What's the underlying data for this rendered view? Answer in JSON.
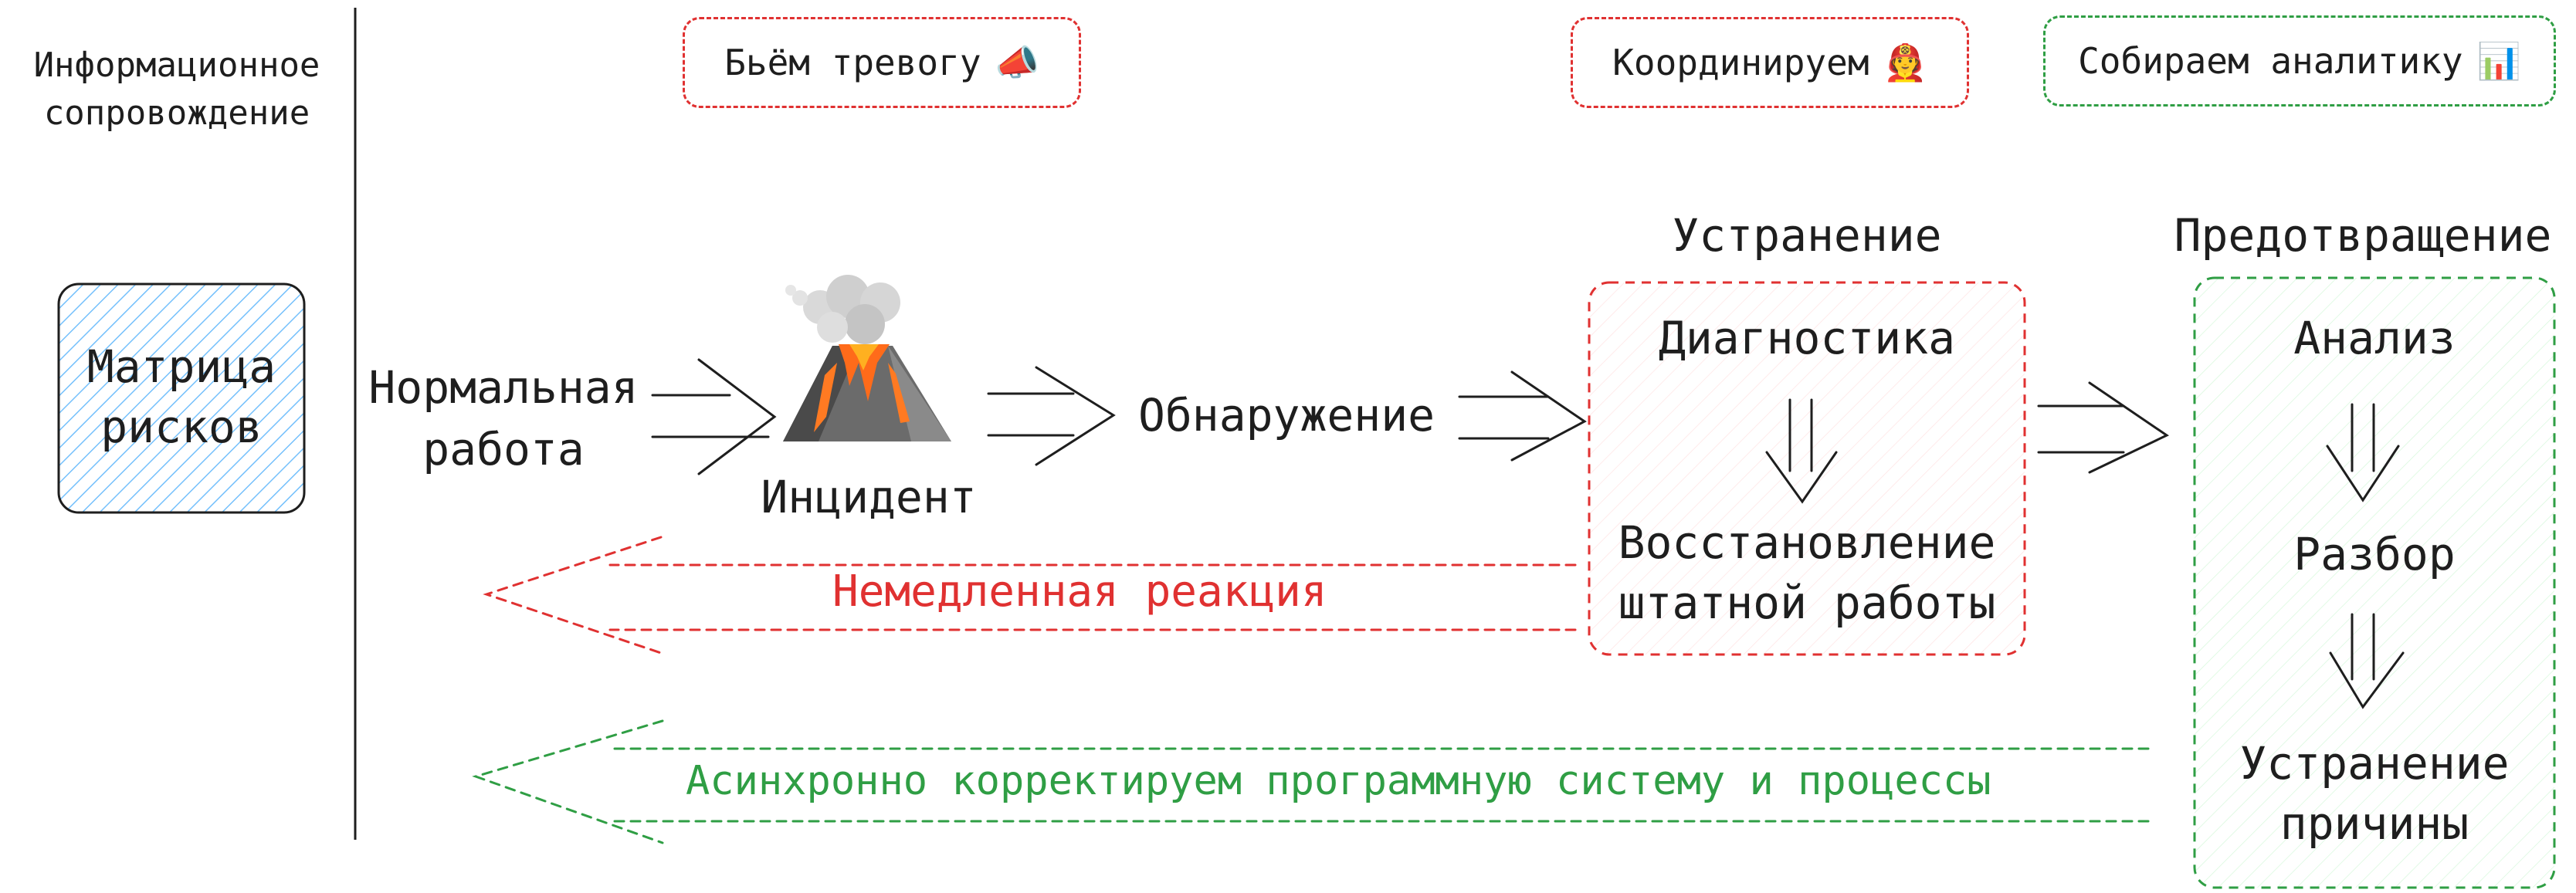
{
  "sidebar": {
    "info_label_line1": "Информационное",
    "info_label_line2": "сопровождение",
    "risk_matrix_line1": "Матрица",
    "risk_matrix_line2": "рисков"
  },
  "badges": {
    "alarm": "Бьём тревогу",
    "coordinate": "Координируем",
    "analytics": "Собираем аналитику"
  },
  "flow": {
    "normal_line1": "Нормальная",
    "normal_line2": "работа",
    "incident": "Инцидент",
    "detection": "Обнаружение"
  },
  "elimination": {
    "title": "Устранение",
    "diagnostics": "Диагностика",
    "restore_line1": "Восстановление",
    "restore_line2": "штатной работы"
  },
  "prevention": {
    "title": "Предотвращение",
    "analysis": "Анализ",
    "review": "Разбор",
    "fix_line1": "Устранение",
    "fix_line2": "причины"
  },
  "feedback": {
    "immediate": "Немедленная реакция",
    "async": "Асинхронно корректируем программную систему и процессы"
  },
  "colors": {
    "red": "#e03131",
    "green": "#2f9e44",
    "ink": "#1e1e1e",
    "matrix_hatch": "#74c0fc"
  },
  "icons": {
    "alarm": "megaphone-icon",
    "coordinate": "firefighter-icon",
    "analytics": "bar-chart-icon",
    "incident": "volcano-icon"
  }
}
